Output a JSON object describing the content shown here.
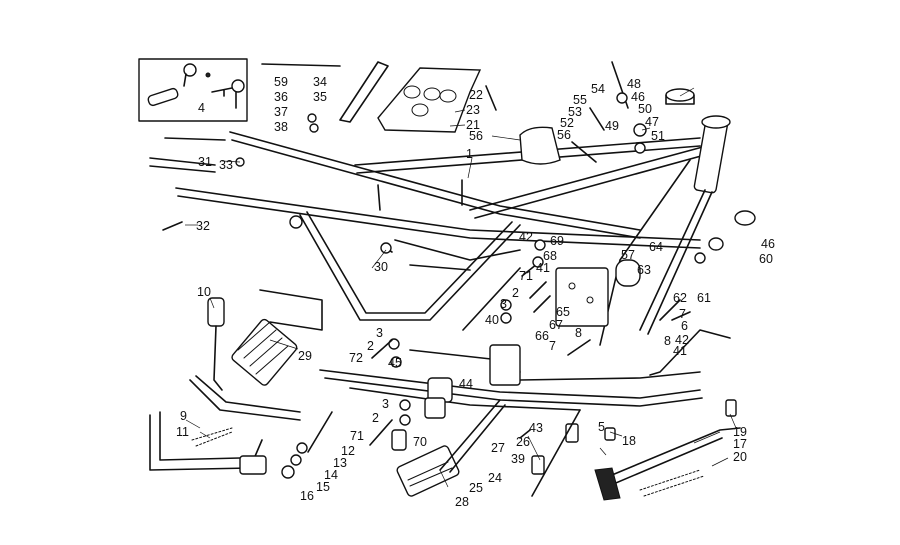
{
  "callouts": [
    {
      "id": "c4",
      "text": "4"
    },
    {
      "id": "c59",
      "text": "59"
    },
    {
      "id": "c36",
      "text": "36"
    },
    {
      "id": "c37",
      "text": "37"
    },
    {
      "id": "c38",
      "text": "38"
    },
    {
      "id": "c34",
      "text": "34"
    },
    {
      "id": "c35",
      "text": "35"
    },
    {
      "id": "c22",
      "text": "22"
    },
    {
      "id": "c23",
      "text": "23"
    },
    {
      "id": "c21",
      "text": "21"
    },
    {
      "id": "c56a",
      "text": "56"
    },
    {
      "id": "c1",
      "text": "1"
    },
    {
      "id": "c31",
      "text": "31"
    },
    {
      "id": "c33",
      "text": "33"
    },
    {
      "id": "c32",
      "text": "32"
    },
    {
      "id": "c54",
      "text": "54"
    },
    {
      "id": "c55",
      "text": "55"
    },
    {
      "id": "c53",
      "text": "53"
    },
    {
      "id": "c52",
      "text": "52"
    },
    {
      "id": "c56b",
      "text": "56"
    },
    {
      "id": "c48",
      "text": "48"
    },
    {
      "id": "c46a",
      "text": "46"
    },
    {
      "id": "c50",
      "text": "50"
    },
    {
      "id": "c49",
      "text": "49"
    },
    {
      "id": "c47",
      "text": "47"
    },
    {
      "id": "c51",
      "text": "51"
    },
    {
      "id": "c46b",
      "text": "46"
    },
    {
      "id": "c60",
      "text": "60"
    },
    {
      "id": "c42a",
      "text": "42"
    },
    {
      "id": "c69",
      "text": "69"
    },
    {
      "id": "c68",
      "text": "68"
    },
    {
      "id": "c71a",
      "text": "71"
    },
    {
      "id": "c41a",
      "text": "41"
    },
    {
      "id": "c2a",
      "text": "2"
    },
    {
      "id": "c3a",
      "text": "3"
    },
    {
      "id": "c40",
      "text": "40"
    },
    {
      "id": "c65",
      "text": "65"
    },
    {
      "id": "c67",
      "text": "67"
    },
    {
      "id": "c66",
      "text": "66"
    },
    {
      "id": "c8a",
      "text": "8"
    },
    {
      "id": "c7a",
      "text": "7"
    },
    {
      "id": "c57",
      "text": "57"
    },
    {
      "id": "c64",
      "text": "64"
    },
    {
      "id": "c63",
      "text": "63"
    },
    {
      "id": "c62",
      "text": "62"
    },
    {
      "id": "c61",
      "text": "61"
    },
    {
      "id": "c7b",
      "text": "7"
    },
    {
      "id": "c6",
      "text": "6"
    },
    {
      "id": "c8b",
      "text": "8"
    },
    {
      "id": "c42b",
      "text": "42"
    },
    {
      "id": "c41b",
      "text": "41"
    },
    {
      "id": "c30",
      "text": "30"
    },
    {
      "id": "c10",
      "text": "10"
    },
    {
      "id": "c29",
      "text": "29"
    },
    {
      "id": "c3b",
      "text": "3"
    },
    {
      "id": "c2b",
      "text": "2"
    },
    {
      "id": "c72",
      "text": "72"
    },
    {
      "id": "c45",
      "text": "45"
    },
    {
      "id": "c44",
      "text": "44"
    },
    {
      "id": "c9",
      "text": "9"
    },
    {
      "id": "c11",
      "text": "11"
    },
    {
      "id": "c3c",
      "text": "3"
    },
    {
      "id": "c2c",
      "text": "2"
    },
    {
      "id": "c71b",
      "text": "71"
    },
    {
      "id": "c70",
      "text": "70"
    },
    {
      "id": "c12",
      "text": "12"
    },
    {
      "id": "c13",
      "text": "13"
    },
    {
      "id": "c14",
      "text": "14"
    },
    {
      "id": "c15",
      "text": "15"
    },
    {
      "id": "c16",
      "text": "16"
    },
    {
      "id": "c43",
      "text": "43"
    },
    {
      "id": "c26",
      "text": "26"
    },
    {
      "id": "c27",
      "text": "27"
    },
    {
      "id": "c39",
      "text": "39"
    },
    {
      "id": "c24",
      "text": "24"
    },
    {
      "id": "c25",
      "text": "25"
    },
    {
      "id": "c28",
      "text": "28"
    },
    {
      "id": "c5",
      "text": "5"
    },
    {
      "id": "c18",
      "text": "18"
    },
    {
      "id": "c19",
      "text": "19"
    },
    {
      "id": "c17",
      "text": "17"
    },
    {
      "id": "c20",
      "text": "20"
    }
  ]
}
